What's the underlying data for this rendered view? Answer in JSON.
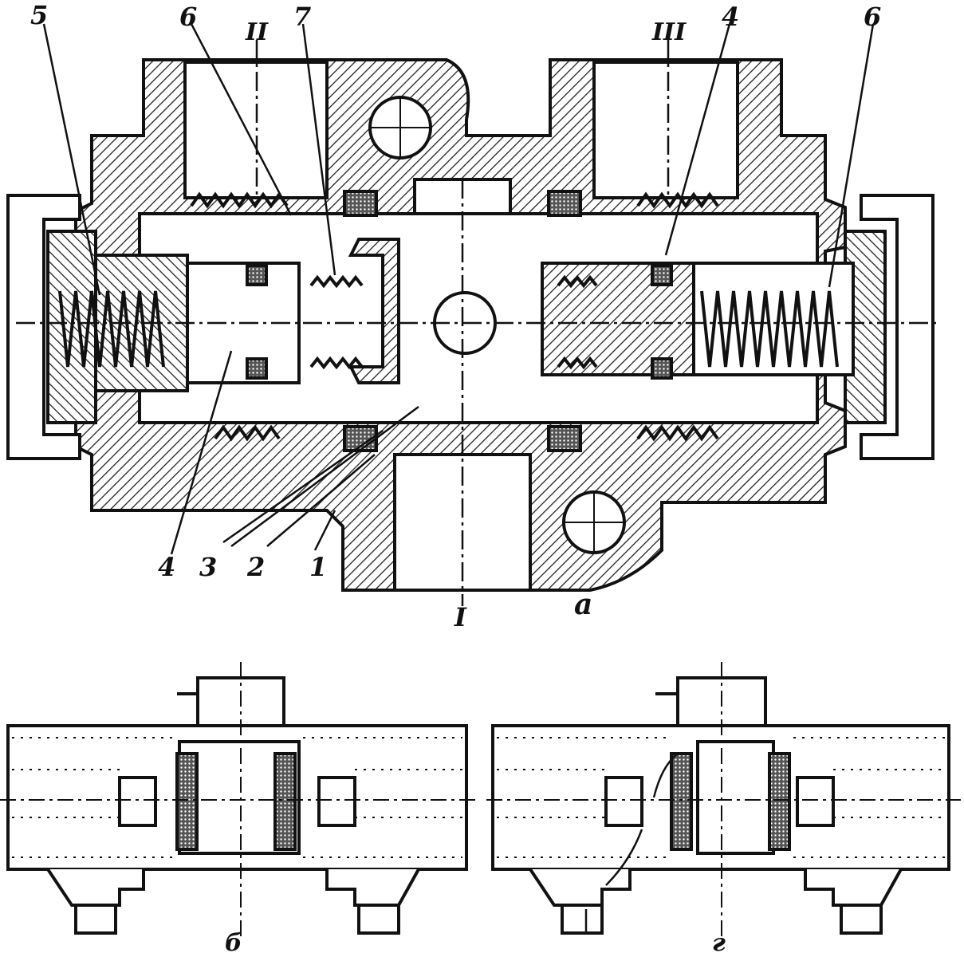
{
  "figure_a": {
    "callouts_top": [
      "5",
      "6",
      "II",
      "7",
      "III",
      "4",
      "6"
    ],
    "callouts_bottom": [
      "4",
      "3",
      "2",
      "1"
    ],
    "axis_label": "I",
    "caption": "а"
  },
  "figure_b": {
    "caption": "б"
  },
  "figure_g": {
    "caption": "г"
  },
  "colors": {
    "ink": "#111111",
    "paper": "#ffffff",
    "hatch": "#222222"
  }
}
